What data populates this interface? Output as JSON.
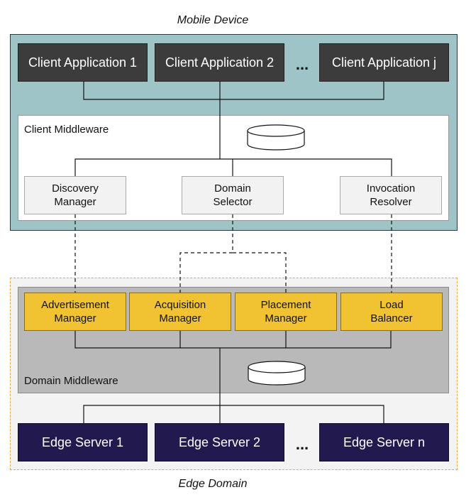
{
  "mobile_device": {
    "title": "Mobile Device",
    "clients": [
      "Client Application 1",
      "Client Application 2",
      "Client Application j"
    ],
    "ellipsis": "...",
    "client_middleware": {
      "label": "Client Middleware",
      "components": [
        {
          "line1": "Discovery",
          "line2": "Manager"
        },
        {
          "line1": "Domain",
          "line2": "Selector"
        },
        {
          "line1": "Invocation",
          "line2": "Resolver"
        }
      ]
    }
  },
  "edge_domain": {
    "title": "Edge Domain",
    "domain_middleware": {
      "label": "Domain Middleware",
      "components": [
        {
          "line1": "Advertisement",
          "line2": "Manager"
        },
        {
          "line1": "Acquisition",
          "line2": "Manager"
        },
        {
          "line1": "Placement",
          "line2": "Manager"
        },
        {
          "line1": "Load",
          "line2": "Balancer"
        }
      ]
    },
    "servers": [
      "Edge Server 1",
      "Edge Server 2",
      "Edge Server n"
    ],
    "ellipsis": "..."
  },
  "colors": {
    "mobile_region": "#9ec4c8",
    "client_app": "#3c3c3c",
    "domain_component": "#f1c232",
    "edge_server": "#221a4f",
    "edge_region_border": "#f0a733"
  }
}
